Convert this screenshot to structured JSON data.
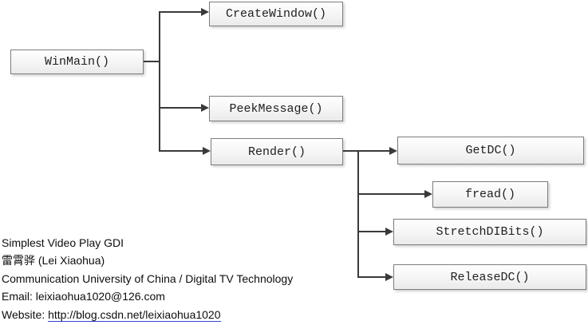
{
  "diagram": {
    "title_implicit": "Function call flow of Simplest Video Play GDI",
    "nodes": [
      {
        "id": "winmain",
        "label": "WinMain()"
      },
      {
        "id": "createwindow",
        "label": "CreateWindow()"
      },
      {
        "id": "peekmessage",
        "label": "PeekMessage()"
      },
      {
        "id": "render",
        "label": "Render()"
      },
      {
        "id": "getdc",
        "label": "GetDC()"
      },
      {
        "id": "fread",
        "label": "fread()"
      },
      {
        "id": "stretchdibits",
        "label": "StretchDIBits()"
      },
      {
        "id": "releasedc",
        "label": "ReleaseDC()"
      }
    ],
    "edges": [
      {
        "from": "WinMain()",
        "to": "CreateWindow()"
      },
      {
        "from": "WinMain()",
        "to": "PeekMessage()"
      },
      {
        "from": "WinMain()",
        "to": "Render()"
      },
      {
        "from": "Render()",
        "to": "GetDC()"
      },
      {
        "from": "Render()",
        "to": "fread()"
      },
      {
        "from": "Render()",
        "to": "StretchDIBits()"
      },
      {
        "from": "Render()",
        "to": "ReleaseDC()"
      }
    ]
  },
  "footer": {
    "line1": "Simplest Video Play GDI",
    "line2": "雷霄骅 (Lei Xiaohua)",
    "line3": "Communication University of China / Digital TV Technology",
    "line4": "Email: leixiaohua1020@126.com",
    "website_label": "Website: ",
    "website_url": "http://blog.csdn.net/leixiaohua1020"
  },
  "colors": {
    "connector": "#3a3a3a",
    "box_border": "#7d7d7d",
    "box_fill_top": "#fefefe",
    "box_fill_bottom": "#eaeaea",
    "link_underline": "#3344cc",
    "text": "#0d0d0d"
  }
}
